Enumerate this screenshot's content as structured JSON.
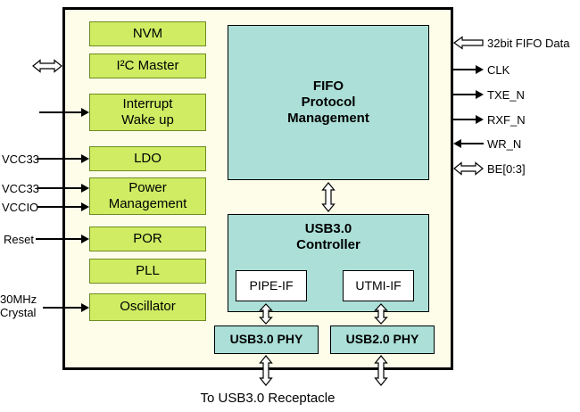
{
  "diagram": {
    "title_semantic": "USB3.0 FIFO bridge block diagram",
    "left_blocks": [
      {
        "label": "NVM"
      },
      {
        "label": "I²C Master"
      },
      {
        "label": "Interrupt\nWake up"
      },
      {
        "label": "LDO"
      },
      {
        "label": "Power\nManagement"
      },
      {
        "label": "POR"
      },
      {
        "label": "PLL"
      },
      {
        "label": "Oscillator"
      }
    ],
    "fifo_block": "FIFO\nProtocol\nManagement",
    "usb3_controller": "USB3.0\nController",
    "pipe_if": "PIPE-IF",
    "utmi_if": "UTMI-IF",
    "usb3_phy": "USB3.0 PHY",
    "usb2_phy": "USB2.0 PHY",
    "left_labels": {
      "vcc33_ldo": "VCC33",
      "vcc33_pm": "VCC33",
      "vccio_pm": "VCCIO",
      "reset": "Reset",
      "crystal": "30MHz\nCrystal"
    },
    "right_labels": {
      "fifo_data": "32bit FIFO Data",
      "clk": "CLK",
      "txe_n": "TXE_N",
      "rxf_n": "RXF_N",
      "wr_n": "WR_N",
      "be": "BE[0:3]"
    },
    "bottom_label": "To USB3.0 Receptacle",
    "colors": {
      "chip_background": "#fdfdea",
      "block_green": "#cfec63",
      "block_teal": "#abdfd7",
      "border": "#000000"
    }
  }
}
